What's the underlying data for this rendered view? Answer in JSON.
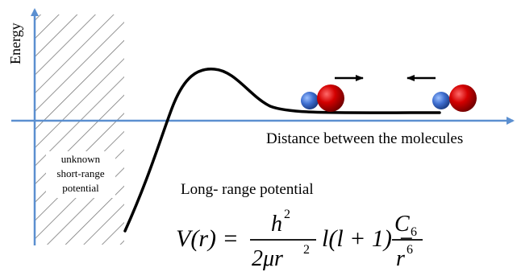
{
  "axes": {
    "y_label": "Energy",
    "x_label": "Distance between the molecules",
    "color": "#5b8fd0"
  },
  "short_range_region": {
    "label_lines": [
      "unknown",
      "short-range",
      "potential"
    ],
    "hatch_color": "#7a7a7a"
  },
  "long_range": {
    "title": "Long- range potential"
  },
  "formula": {
    "lhs": "V(r) =",
    "term1_numerator": "h",
    "term1_numerator_exp": "2",
    "term1_denominator": "2μr",
    "term1_denominator_exp": "2",
    "middle": "l(l + 1) −",
    "term2_numerator": "C",
    "term2_numerator_sub": "6",
    "term2_denominator": "r",
    "term2_denominator_exp": "6"
  },
  "molecules": {
    "small_atom_color": "#3f6fd0",
    "large_atom_color": "#cc0000"
  },
  "curve_color": "#000000"
}
